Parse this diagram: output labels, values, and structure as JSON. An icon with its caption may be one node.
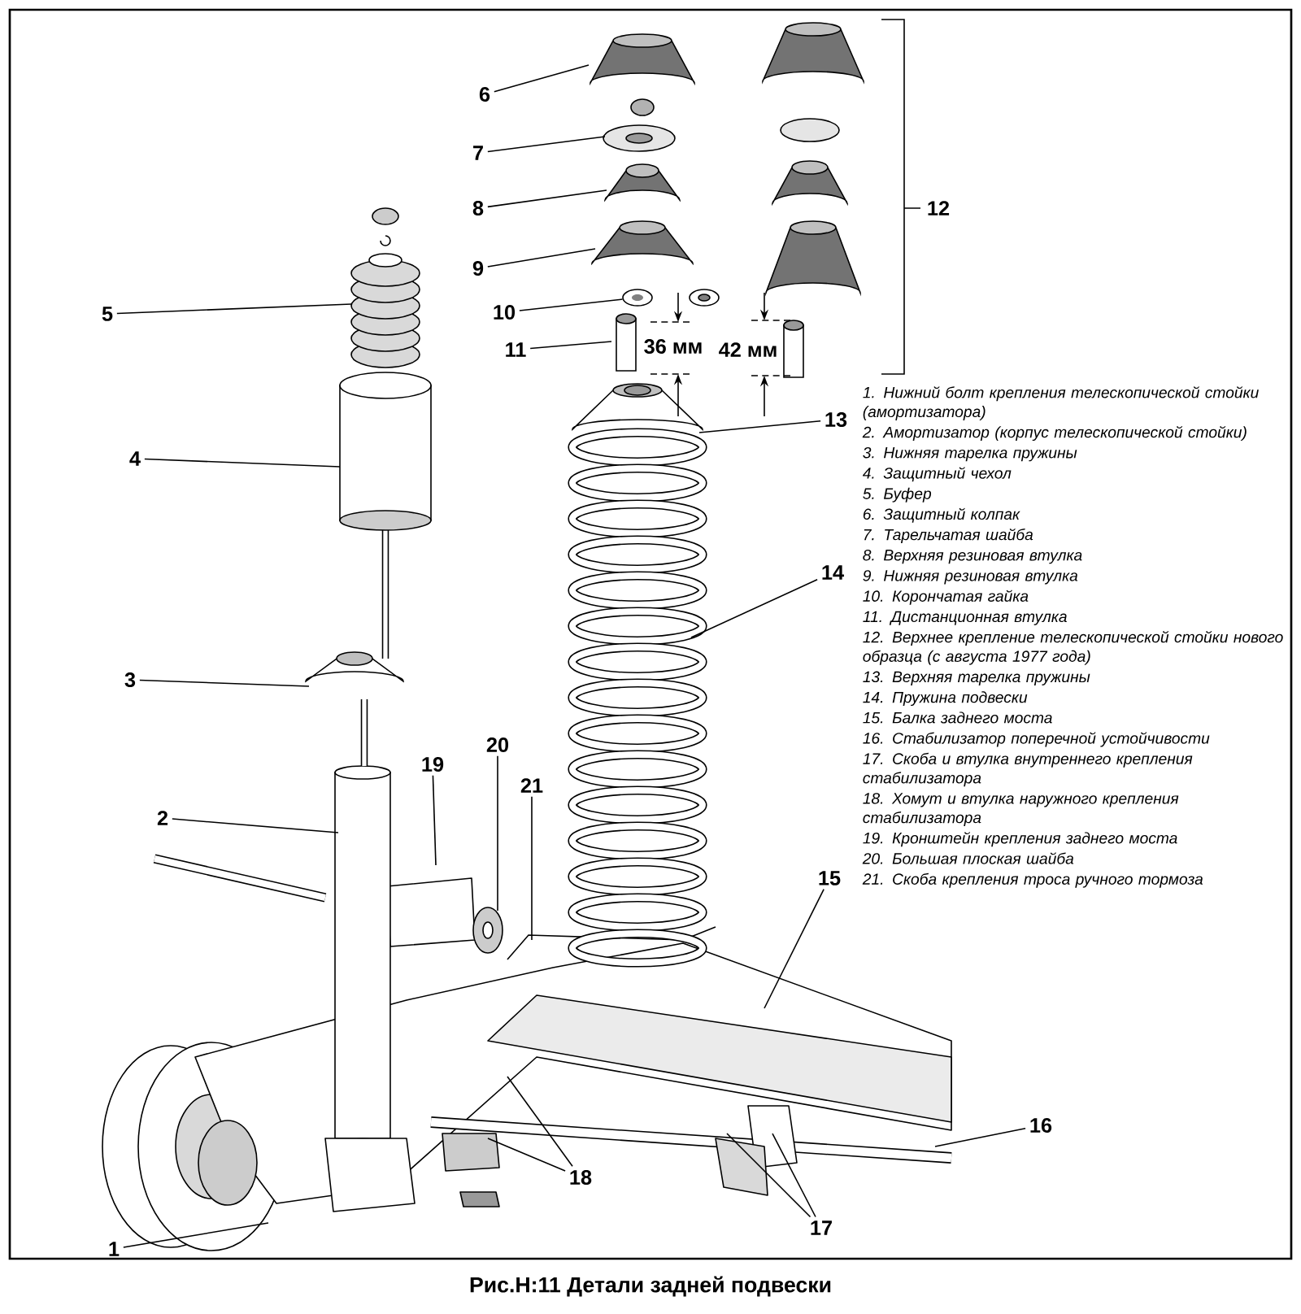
{
  "diagram": {
    "caption": "Рис.Н:11 Детали задней подвески",
    "nodes": [
      {
        "text": [
          "1"
        ]
      },
      {
        "text": [
          "2"
        ]
      },
      {
        "text": [
          "3"
        ]
      },
      {
        "text": [
          "4"
        ]
      },
      {
        "text": [
          "5"
        ]
      },
      {
        "text": [
          "6"
        ]
      },
      {
        "text": [
          "7"
        ]
      },
      {
        "text": [
          "8"
        ]
      },
      {
        "text": [
          "9"
        ]
      },
      {
        "text": [
          "10"
        ]
      },
      {
        "text": [
          "11"
        ]
      },
      {
        "text": [
          "12"
        ]
      },
      {
        "text": [
          "13"
        ]
      },
      {
        "text": [
          "14"
        ]
      },
      {
        "text": [
          "15"
        ]
      },
      {
        "text": [
          "16"
        ]
      },
      {
        "text": [
          "17"
        ]
      },
      {
        "text": [
          "18"
        ]
      },
      {
        "text": [
          "19"
        ]
      },
      {
        "text": [
          "20"
        ]
      },
      {
        "text": [
          "21"
        ]
      },
      {
        "text": [],
        "shape": "picture"
      }
    ],
    "edges": [
      {
        "from": 0,
        "to": null,
        "arrow": "none"
      },
      {
        "from": 1,
        "to": null,
        "arrow": "none"
      },
      {
        "from": 2,
        "to": null,
        "arrow": "none"
      },
      {
        "from": 3,
        "to": null,
        "arrow": "none"
      },
      {
        "from": 4,
        "to": null,
        "arrow": "none"
      },
      {
        "from": 5,
        "to": null,
        "arrow": "none"
      },
      {
        "from": 6,
        "to": null,
        "arrow": "none"
      },
      {
        "from": 7,
        "to": null,
        "arrow": "none"
      },
      {
        "from": 8,
        "to": null,
        "arrow": "none"
      },
      {
        "from": 9,
        "to": 21,
        "arrow": "none"
      },
      {
        "from": 10,
        "to": null,
        "arrow": "none"
      },
      {
        "from": 12,
        "to": null,
        "arrow": "none"
      },
      {
        "from": 13,
        "to": null,
        "arrow": "none"
      },
      {
        "from": 14,
        "to": null,
        "arrow": "none"
      },
      {
        "from": 15,
        "to": null,
        "arrow": "none"
      },
      {
        "from": 16,
        "to": null,
        "arrow": "none"
      },
      {
        "from": 16,
        "to": null,
        "arrow": "none"
      },
      {
        "from": 17,
        "to": null,
        "arrow": "none"
      },
      {
        "from": 17,
        "to": null,
        "arrow": "none"
      },
      {
        "from": 18,
        "to": null,
        "arrow": "none"
      },
      {
        "from": 19,
        "to": null,
        "arrow": "none"
      },
      {
        "from": 20,
        "to": null,
        "arrow": "none"
      }
    ],
    "labels": [
      "36 мм",
      "42 мм",
      "1. Нижний болт крепления телескопической стойки (амортизатора)",
      "2. Амортизатор (корпус телескопической стойки)",
      "3. Нижняя тарелка пружины",
      "4. Защитный чехол",
      "5. Буфер",
      "6. Защитный колпак",
      "7. Тарельчатая шайба",
      "8. Верхняя резиновая втулка",
      "9. Нижняя резиновая втулка",
      "10. Корончатая гайка",
      "11. Дистанционная втулка",
      "12. Верхнее крепление телескопической стойки нового образца (с августа 1977 года)",
      "13. Верхняя тарелка пружины",
      "14. Пружина подвески",
      "15. Балка заднего моста",
      "16. Стабилизатор поперечной устойчивости",
      "17. Скоба и втулка внутреннего крепления стабилизатора",
      "18. Хомут и втулка наружного крепления стабилизатора",
      "19. Кронштейн крепления заднего моста",
      "20. Большая плоская шайба",
      "21. Скоба крепления троса ручного тормоза"
    ]
  }
}
